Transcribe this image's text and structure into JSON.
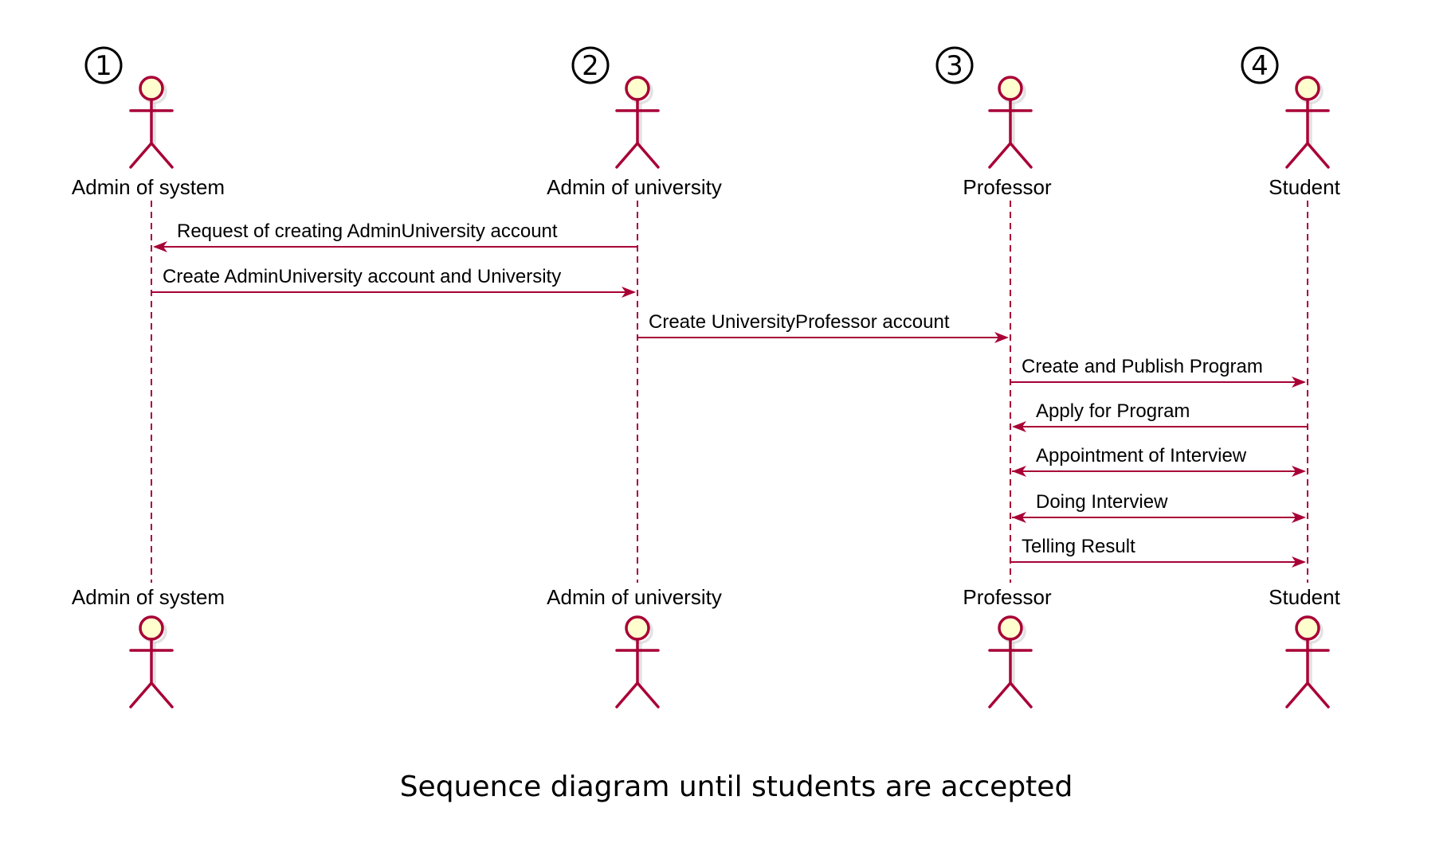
{
  "colors": {
    "line": "#a80036",
    "actor_head_fill": "#fefece",
    "text": "#000000",
    "background": "#ffffff"
  },
  "participants": [
    {
      "id": "p1",
      "badge": "1",
      "label": "Admin of system"
    },
    {
      "id": "p2",
      "badge": "2",
      "label": "Admin of university"
    },
    {
      "id": "p3",
      "badge": "3",
      "label": "Professor"
    },
    {
      "id": "p4",
      "badge": "4",
      "label": "Student"
    }
  ],
  "messages": [
    {
      "from": "p2",
      "to": "p1",
      "label": "Request of creating AdminUniversity account",
      "bidirectional": false
    },
    {
      "from": "p1",
      "to": "p2",
      "label": "Create AdminUniversity account and University",
      "bidirectional": false
    },
    {
      "from": "p2",
      "to": "p3",
      "label": "Create UniversityProfessor account",
      "bidirectional": false
    },
    {
      "from": "p3",
      "to": "p4",
      "label": "Create and Publish Program",
      "bidirectional": false
    },
    {
      "from": "p4",
      "to": "p3",
      "label": "Apply for Program",
      "bidirectional": false
    },
    {
      "from": "p3",
      "to": "p4",
      "label": "Appointment of Interview",
      "bidirectional": true
    },
    {
      "from": "p3",
      "to": "p4",
      "label": "Doing Interview",
      "bidirectional": true
    },
    {
      "from": "p3",
      "to": "p4",
      "label": "Telling Result",
      "bidirectional": false
    }
  ],
  "caption": "Sequence diagram until students are accepted"
}
